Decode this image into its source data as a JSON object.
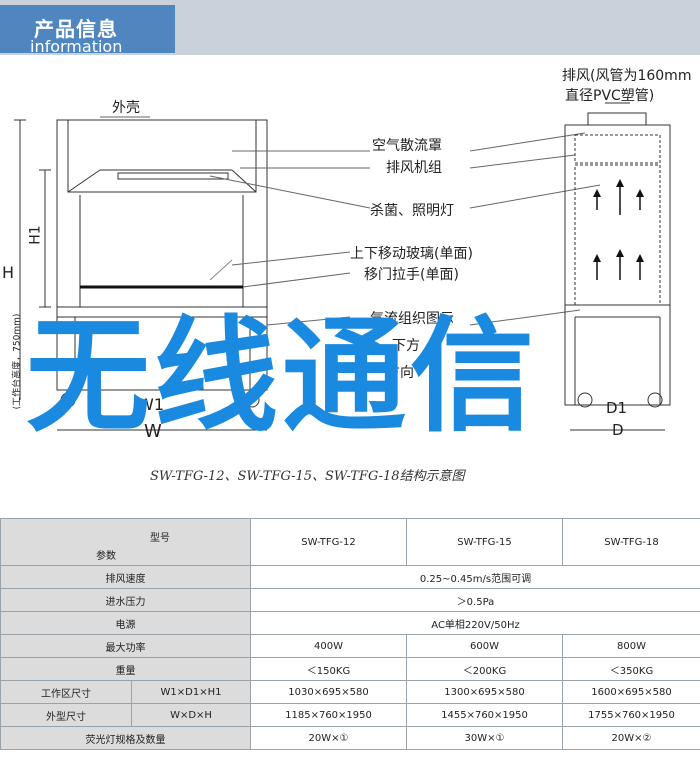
{
  "header": {
    "title_cn": "产品信息",
    "title_en": "information"
  },
  "diagram": {
    "labels": {
      "shell": "外壳",
      "dim_h": "H",
      "dim_h1": "H1",
      "side_note": "(工作台高度，750mm)",
      "diffuser": "空气散流罩",
      "exhaust_unit": "排风机组",
      "uv_light": "杀菌、照明灯",
      "sliding_glass": "上下移动玻璃(单面)",
      "door_handle": "移门拉手(单面)",
      "airflow": "气流组织图示",
      "lower_a": "下方",
      "lower_b": "方向",
      "exhaust_pipe_1": "排风(风管为160mm",
      "exhaust_pipe_2": "直径PVC塑管)",
      "w1": "W1",
      "w": "W",
      "d1": "D1",
      "d": "D"
    },
    "caption": "SW-TFG-12、SW-TFG-15、SW-TFG-18结构示意图",
    "watermark": "无线通信"
  },
  "spec_table": {
    "corner_top": "型号",
    "corner_bottom": "参数",
    "models": [
      "SW-TFG-12",
      "SW-TFG-15",
      "SW-TFG-18"
    ],
    "rows": [
      {
        "param": "排风速度",
        "sub": "",
        "span": true,
        "values": [
          "0.25~0.45m/s范围可调"
        ]
      },
      {
        "param": "进水压力",
        "sub": "",
        "span": true,
        "values": [
          "＞0.5Pa"
        ]
      },
      {
        "param": "电源",
        "sub": "",
        "span": true,
        "values": [
          "AC单相220V/50Hz"
        ]
      },
      {
        "param": "最大功率",
        "sub": "",
        "span": false,
        "values": [
          "400W",
          "600W",
          "800W"
        ]
      },
      {
        "param": "重量",
        "sub": "",
        "span": false,
        "values": [
          "＜150KG",
          "＜200KG",
          "＜350KG"
        ]
      },
      {
        "param": "工作区尺寸",
        "sub": "W1×D1×H1",
        "span": false,
        "values": [
          "1030×695×580",
          "1300×695×580",
          "1600×695×580"
        ]
      },
      {
        "param": "外型尺寸",
        "sub": "W×D×H",
        "span": false,
        "values": [
          "1185×760×1950",
          "1455×760×1950",
          "1755×760×1950"
        ]
      },
      {
        "param": "荧光灯规格及数量",
        "sub": "",
        "span": false,
        "values": [
          "20W×①",
          "30W×①",
          "20W×②"
        ]
      }
    ]
  }
}
